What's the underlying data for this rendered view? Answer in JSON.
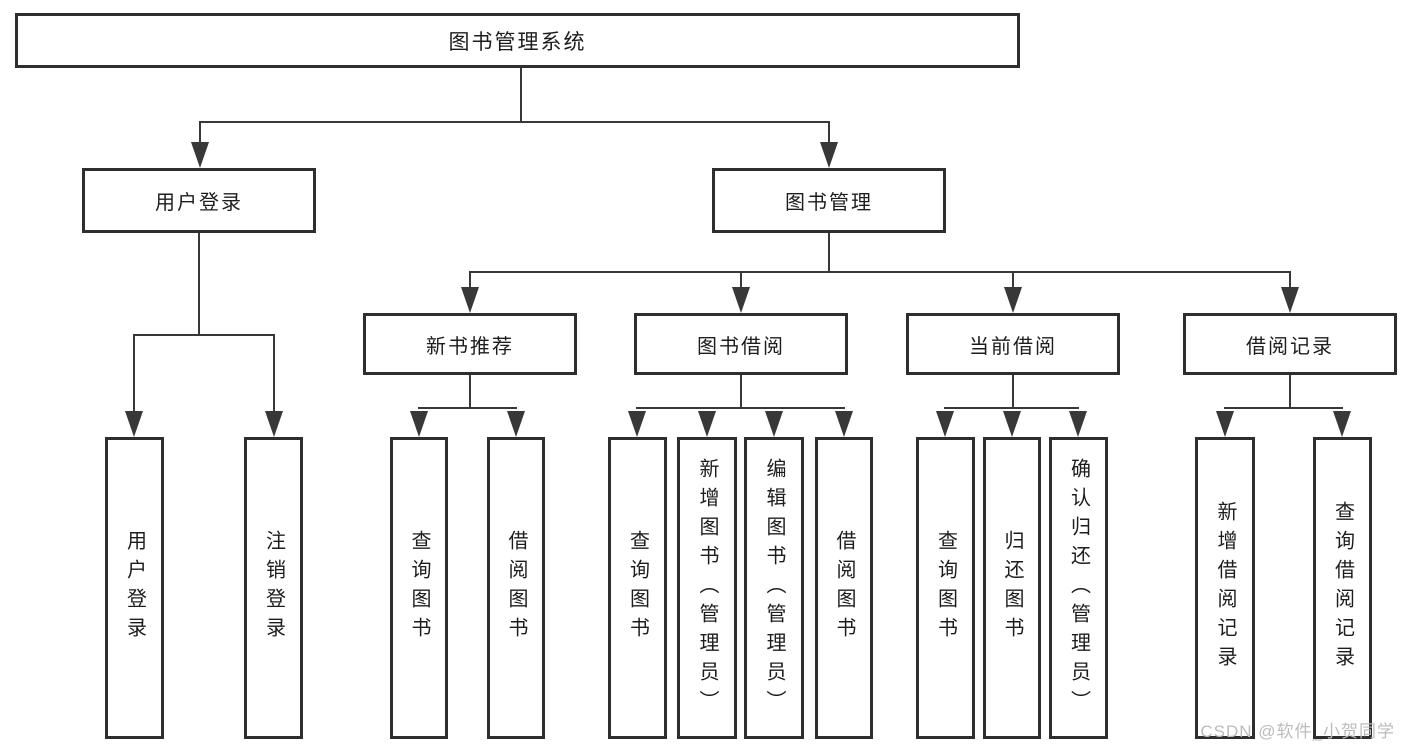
{
  "diagram": {
    "root": {
      "label": "图书管理系统"
    },
    "level2": [
      {
        "label": "用户登录"
      },
      {
        "label": "图书管理"
      }
    ],
    "level3": [
      {
        "label": "新书推荐"
      },
      {
        "label": "图书借阅"
      },
      {
        "label": "当前借阅"
      },
      {
        "label": "借阅记录"
      }
    ],
    "leaves": {
      "user_login": [
        {
          "label": "用户登录"
        },
        {
          "label": "注销登录"
        }
      ],
      "new_book": [
        {
          "label": "查询图书"
        },
        {
          "label": "借阅图书"
        }
      ],
      "book_borrow": [
        {
          "label": "查询图书"
        },
        {
          "label": "新增图书（管理员）"
        },
        {
          "label": "编辑图书（管理员）"
        },
        {
          "label": "借阅图书"
        }
      ],
      "current_borrow": [
        {
          "label": "查询图书"
        },
        {
          "label": "归还图书"
        },
        {
          "label": "确认归还（管理员）"
        }
      ],
      "borrow_record": [
        {
          "label": "新增借阅记录"
        },
        {
          "label": "查询借阅记录"
        }
      ]
    },
    "watermark": "CSDN @软件_小贺同学",
    "colors": {
      "line": "#383838",
      "box_border": "#2e2e2e",
      "text": "#1d1d1d",
      "background": "#ffffff",
      "watermark_text": "#bcbcbc"
    }
  }
}
